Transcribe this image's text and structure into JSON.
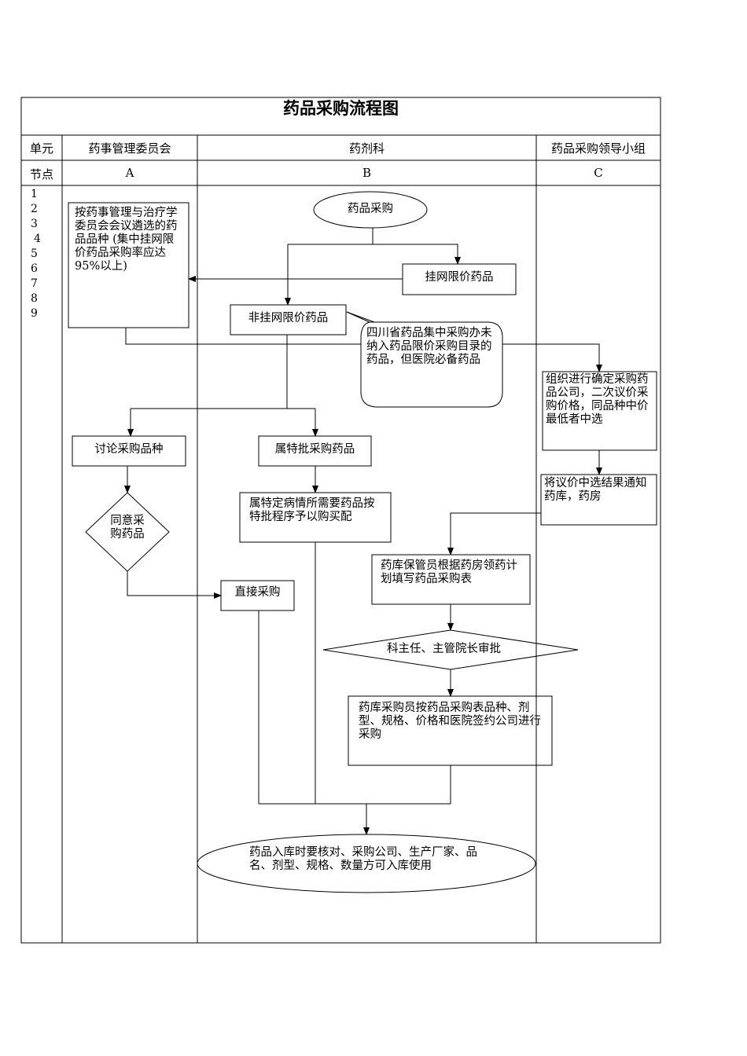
{
  "title": "药品采购流程图",
  "header": {
    "unit_label": "单元",
    "node_label": "节点",
    "lanes": [
      {
        "name": "药事管理委员会",
        "code": "A"
      },
      {
        "name": "药剂科",
        "code": "B"
      },
      {
        "name": "药品采购领导小组",
        "code": "C"
      }
    ]
  },
  "step_numbers": [
    "1",
    "2",
    "3",
    "4",
    "5",
    "6",
    "7",
    "8",
    "9"
  ],
  "nodes": {
    "start": "药品采购",
    "listed_drugs": "挂网限价药品",
    "committee_select": "按药事管理与治疗学委员会会议遴选的药品品种 (集中挂网限价药品采购率应达 95%以上)",
    "unlisted_drugs": "非挂网限价药品",
    "callout_note": "四川省药品集中采购办未纳入药品限价采购目录的药品，但医院必备药品",
    "group_price": "组织进行确定采购药品公司，二次议价采购价格，同品种中价最低者中选",
    "discuss": "讨论采购品种",
    "special_approval": "属特批采购药品",
    "agree": "同意采购药品",
    "special_disease": "属特定病情所需要药品按特批程序予以购买配",
    "notify": "将议价中选结果通知药库，药房",
    "warehouse_form": "药库保管员根据药房领药计划填写药品采购表",
    "direct_purchase": "直接采购",
    "approve": "科主任、主管院长审批",
    "buyer": "药库采购员按药品采购表品种、剂型、规格、价格和医院签约公司进行采购",
    "end": "药品入库时要核对、采购公司、生产厂家、品名、剂型、规格、数量方可入库使用"
  }
}
